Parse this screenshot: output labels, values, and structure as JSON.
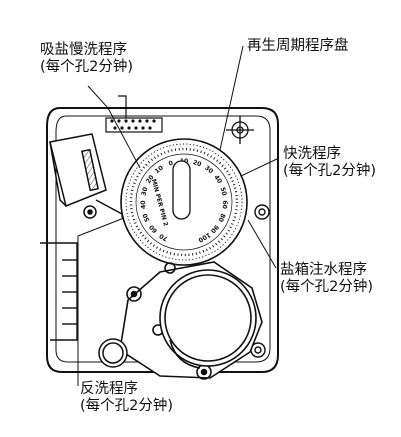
{
  "labels": {
    "slow_rinse": {
      "title": "吸盐慢洗程序",
      "note": "(每个孔2分钟)"
    },
    "regen_disc": {
      "title": "再生周期程序盘"
    },
    "fast_rinse": {
      "title": "快洗程序",
      "note": "(每个孔2分钟)"
    },
    "brine_refill": {
      "title": "盐箱注水程序",
      "note": "(每个孔2分钟)"
    },
    "backwash": {
      "title": "反洗程序",
      "note": "(每个孔2分钟)"
    }
  },
  "dial": {
    "center_text": "MIN PER PIN 2",
    "numbers": [
      "70",
      "60",
      "50",
      "40",
      "30",
      "20",
      "10",
      "0",
      "10",
      "20",
      "30",
      "40",
      "50",
      "60",
      "80",
      "90",
      "100"
    ]
  }
}
